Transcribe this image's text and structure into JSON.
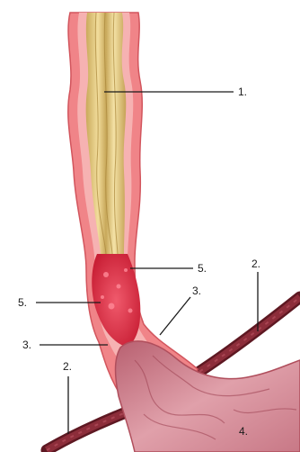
{
  "labels": {
    "esophagus_lumen": "1.",
    "vessel_right": "2.",
    "vessel_left": "2.",
    "mucosa_right": "3.",
    "mucosa_left": "3.",
    "stomach": "4.",
    "inflamed_right": "5.",
    "inflamed_left": "5."
  },
  "colors": {
    "outer_wall": "#f0868a",
    "inner_wall": "#f5a7a8",
    "lumen": "#e6cf86",
    "inflamed": "#e02f46",
    "stomach": "#d98e98",
    "vessel": "#7a2430"
  }
}
